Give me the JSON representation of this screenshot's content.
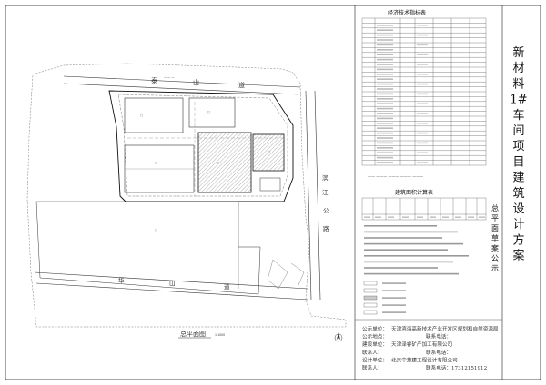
{
  "drawing": {
    "project_title_chars": [
      "新",
      "材",
      "料",
      "1#",
      "车",
      "间",
      "项",
      "目",
      "建",
      "筑",
      "设",
      "计",
      "方",
      "案"
    ],
    "subtitle_chars": [
      "总",
      "平",
      "面",
      "草",
      "案",
      "公",
      "示"
    ],
    "plan_caption": "总平面图",
    "plan_scale": "1:1000"
  },
  "roads": {
    "top_road_chars": [
      "泰",
      "山",
      "道"
    ],
    "bottom_road_chars": [
      "华",
      "山",
      "道"
    ],
    "right_road_chars": [
      "滨",
      "江",
      "公",
      "路"
    ]
  },
  "tables": {
    "tech_table_title": "经济技术指标表",
    "area_table_title": "建筑面积计算表"
  },
  "publicity": {
    "lines": [
      {
        "label": "公示单位：",
        "value": "天津滨海高新技术产业开发区规划和自然资源局"
      },
      {
        "label": "公示地点：",
        "value": "",
        "extra": "联系电话：",
        "extra_value": ""
      },
      {
        "label": "建设单位：",
        "value": "天津泽睿矿产加工有限公司"
      },
      {
        "label": "联系人：",
        "value": "",
        "extra": "联系电话：",
        "extra_value": ""
      },
      {
        "label": "设计单位：",
        "value": "北京中弗建工程设计有限公司"
      },
      {
        "label": "联系人：",
        "value": "",
        "extra": "联系电话：",
        "extra_value": "17312151912"
      }
    ]
  }
}
